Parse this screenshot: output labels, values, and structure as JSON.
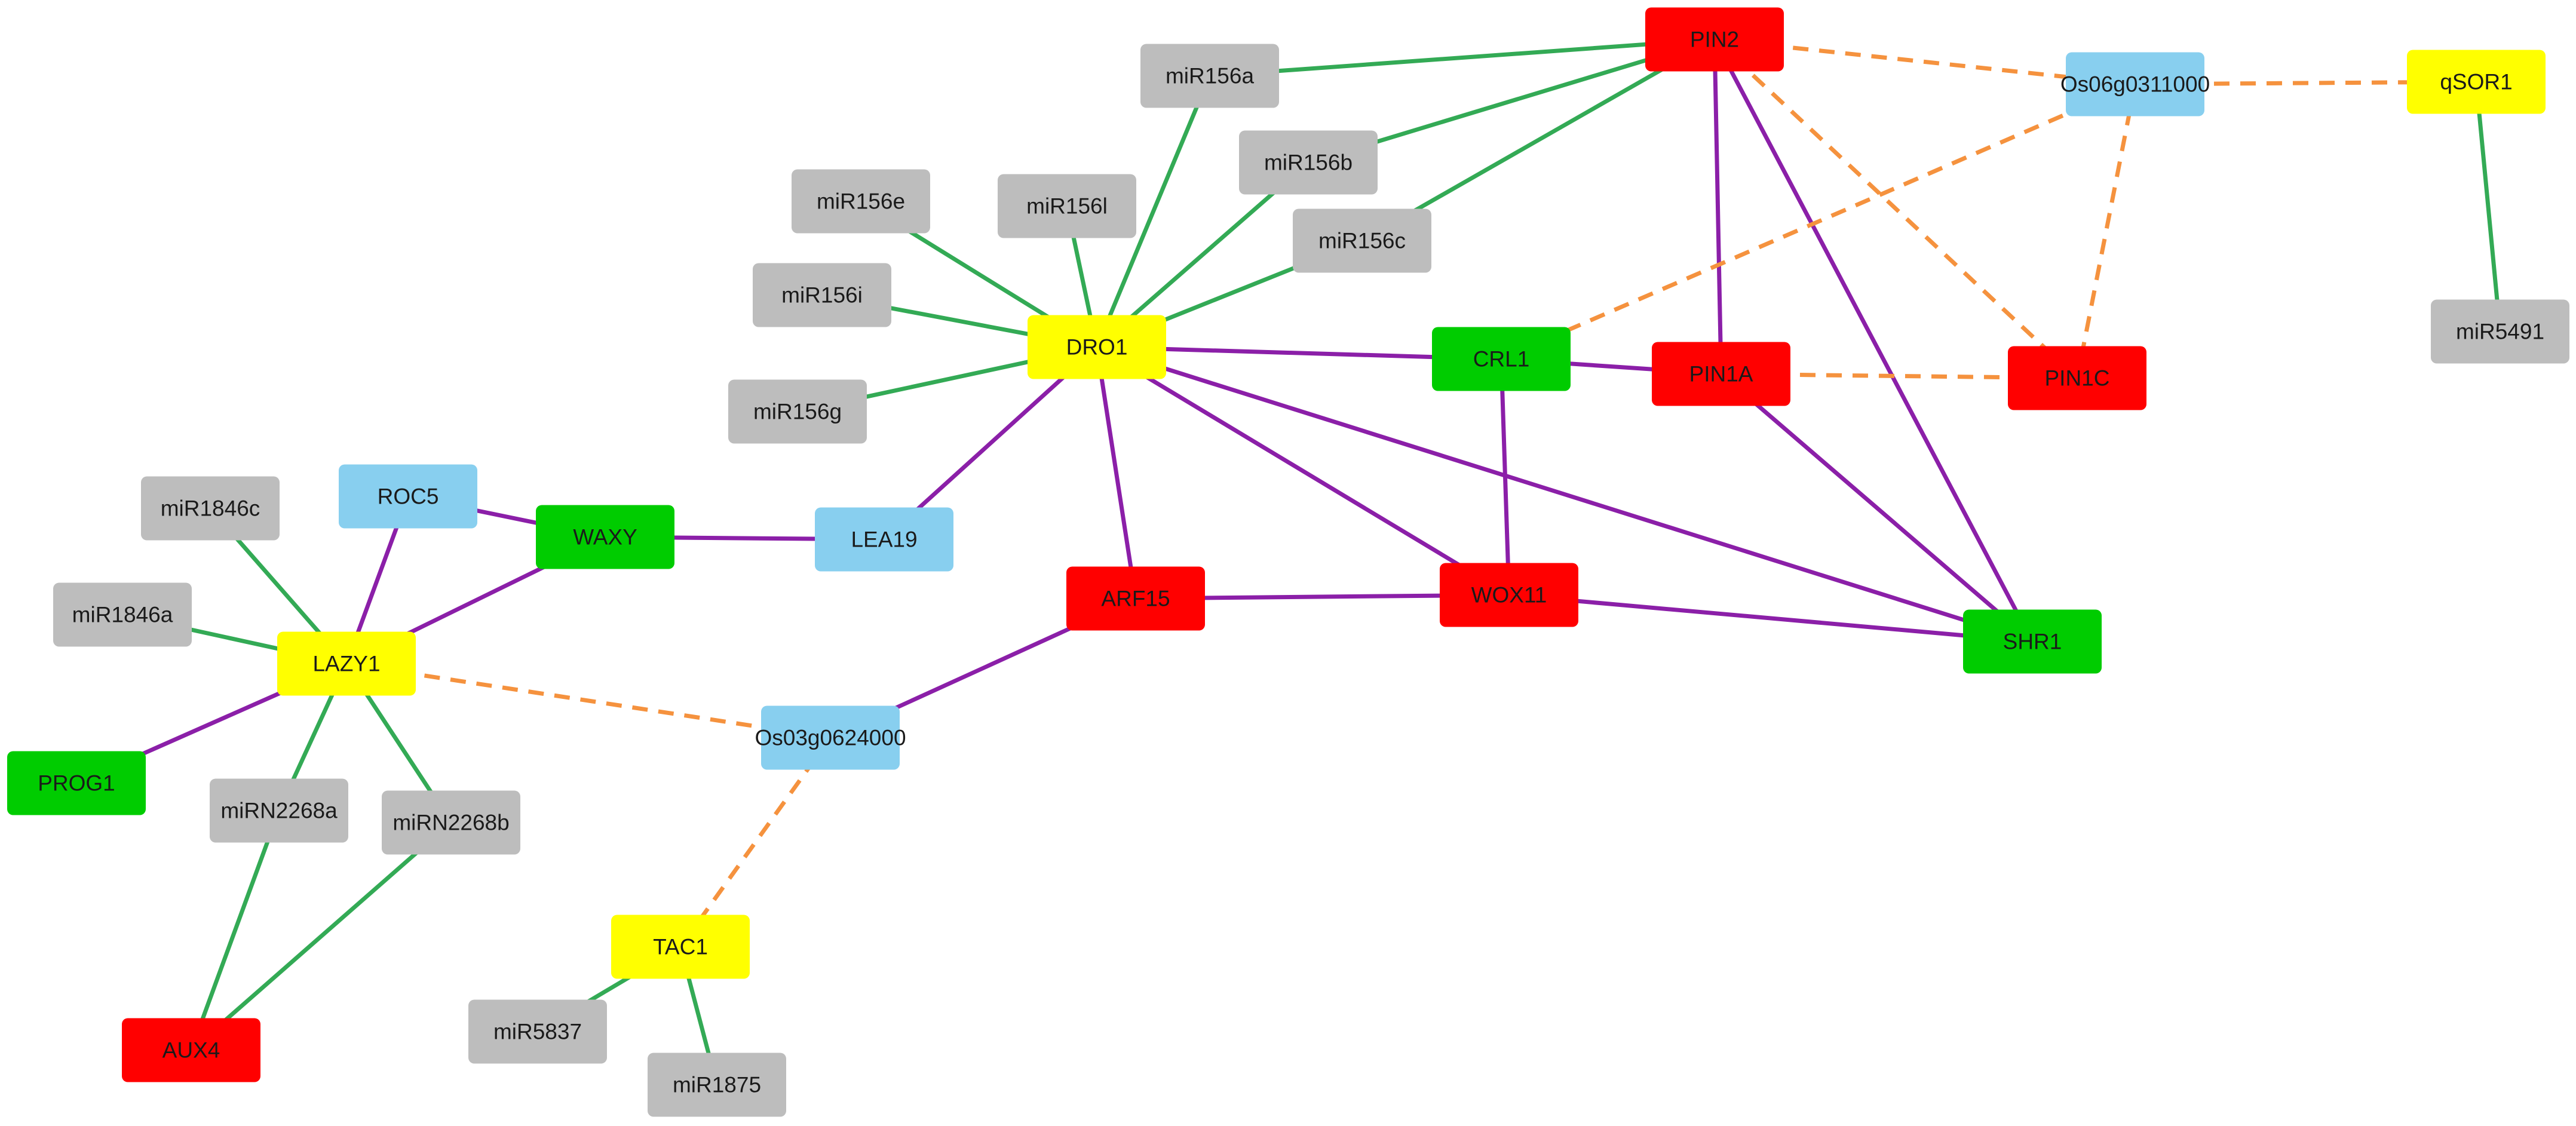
{
  "colors": {
    "red": "#ff0000",
    "green": "#00cc00",
    "yellow": "#ffff00",
    "blue": "#88cfef",
    "gray": "#bdbdbd",
    "edge_green": "#33aa55",
    "edge_purple": "#8b1fa8",
    "edge_orange": "#f5923e"
  },
  "nodes": [
    {
      "id": "PIN2",
      "label": "PIN2",
      "color": "red"
    },
    {
      "id": "Os06g0311000",
      "label": "Os06g0311000",
      "color": "blue"
    },
    {
      "id": "qSOR1",
      "label": "qSOR1",
      "color": "yellow"
    },
    {
      "id": "miR156a",
      "label": "miR156a",
      "color": "gray"
    },
    {
      "id": "miR156b",
      "label": "miR156b",
      "color": "gray"
    },
    {
      "id": "miR156c",
      "label": "miR156c",
      "color": "gray"
    },
    {
      "id": "miR156e",
      "label": "miR156e",
      "color": "gray"
    },
    {
      "id": "miR156l",
      "label": "miR156l",
      "color": "gray"
    },
    {
      "id": "miR156i",
      "label": "miR156i",
      "color": "gray"
    },
    {
      "id": "miR156g",
      "label": "miR156g",
      "color": "gray"
    },
    {
      "id": "DRO1",
      "label": "DRO1",
      "color": "yellow"
    },
    {
      "id": "CRL1",
      "label": "CRL1",
      "color": "green"
    },
    {
      "id": "PIN1A",
      "label": "PIN1A",
      "color": "red"
    },
    {
      "id": "PIN1C",
      "label": "PIN1C",
      "color": "red"
    },
    {
      "id": "miR5491",
      "label": "miR5491",
      "color": "gray"
    },
    {
      "id": "miR1846c",
      "label": "miR1846c",
      "color": "gray"
    },
    {
      "id": "ROC5",
      "label": "ROC5",
      "color": "blue"
    },
    {
      "id": "WAXY",
      "label": "WAXY",
      "color": "green"
    },
    {
      "id": "LEA19",
      "label": "LEA19",
      "color": "blue"
    },
    {
      "id": "miR1846a",
      "label": "miR1846a",
      "color": "gray"
    },
    {
      "id": "LAZY1",
      "label": "LAZY1",
      "color": "yellow"
    },
    {
      "id": "ARF15",
      "label": "ARF15",
      "color": "red"
    },
    {
      "id": "WOX11",
      "label": "WOX11",
      "color": "red"
    },
    {
      "id": "SHR1",
      "label": "SHR1",
      "color": "green"
    },
    {
      "id": "Os03g0624000",
      "label": "Os03g0624000",
      "color": "blue"
    },
    {
      "id": "PROG1",
      "label": "PROG1",
      "color": "green"
    },
    {
      "id": "miRN2268a",
      "label": "miRN2268a",
      "color": "gray"
    },
    {
      "id": "miRN2268b",
      "label": "miRN2268b",
      "color": "gray"
    },
    {
      "id": "TAC1",
      "label": "TAC1",
      "color": "yellow"
    },
    {
      "id": "miR5837",
      "label": "miR5837",
      "color": "gray"
    },
    {
      "id": "miR1875",
      "label": "miR1875",
      "color": "gray"
    },
    {
      "id": "AUX4",
      "label": "AUX4",
      "color": "red"
    }
  ],
  "edges": [
    {
      "from": "miR156a",
      "to": "PIN2",
      "style": "green"
    },
    {
      "from": "miR156b",
      "to": "PIN2",
      "style": "green"
    },
    {
      "from": "miR156c",
      "to": "PIN2",
      "style": "green"
    },
    {
      "from": "miR156a",
      "to": "DRO1",
      "style": "green"
    },
    {
      "from": "miR156b",
      "to": "DRO1",
      "style": "green"
    },
    {
      "from": "miR156c",
      "to": "DRO1",
      "style": "green"
    },
    {
      "from": "miR156e",
      "to": "DRO1",
      "style": "green"
    },
    {
      "from": "miR156l",
      "to": "DRO1",
      "style": "green"
    },
    {
      "from": "miR156i",
      "to": "DRO1",
      "style": "green"
    },
    {
      "from": "miR156g",
      "to": "DRO1",
      "style": "green"
    },
    {
      "from": "qSOR1",
      "to": "miR5491",
      "style": "green"
    },
    {
      "from": "miR1846c",
      "to": "LAZY1",
      "style": "green"
    },
    {
      "from": "miR1846a",
      "to": "LAZY1",
      "style": "green"
    },
    {
      "from": "LAZY1",
      "to": "miRN2268a",
      "style": "green"
    },
    {
      "from": "LAZY1",
      "to": "miRN2268b",
      "style": "green"
    },
    {
      "from": "miRN2268a",
      "to": "AUX4",
      "style": "green"
    },
    {
      "from": "miRN2268b",
      "to": "AUX4",
      "style": "green"
    },
    {
      "from": "TAC1",
      "to": "miR5837",
      "style": "green"
    },
    {
      "from": "TAC1",
      "to": "miR1875",
      "style": "green"
    },
    {
      "from": "PIN2",
      "to": "PIN1A",
      "style": "purple"
    },
    {
      "from": "PIN2",
      "to": "SHR1",
      "style": "purple"
    },
    {
      "from": "DRO1",
      "to": "CRL1",
      "style": "purple"
    },
    {
      "from": "DRO1",
      "to": "LEA19",
      "style": "purple"
    },
    {
      "from": "DRO1",
      "to": "ARF15",
      "style": "purple"
    },
    {
      "from": "DRO1",
      "to": "WOX11",
      "style": "purple"
    },
    {
      "from": "DRO1",
      "to": "SHR1",
      "style": "purple"
    },
    {
      "from": "CRL1",
      "to": "PIN1A",
      "style": "purple"
    },
    {
      "from": "CRL1",
      "to": "WOX11",
      "style": "purple"
    },
    {
      "from": "PIN1A",
      "to": "SHR1",
      "style": "purple"
    },
    {
      "from": "WOX11",
      "to": "SHR1",
      "style": "purple"
    },
    {
      "from": "ARF15",
      "to": "WOX11",
      "style": "purple"
    },
    {
      "from": "ARF15",
      "to": "Os03g0624000",
      "style": "purple"
    },
    {
      "from": "ROC5",
      "to": "WAXY",
      "style": "purple"
    },
    {
      "from": "ROC5",
      "to": "LAZY1",
      "style": "purple"
    },
    {
      "from": "WAXY",
      "to": "LAZY1",
      "style": "purple"
    },
    {
      "from": "WAXY",
      "to": "LEA19",
      "style": "purple"
    },
    {
      "from": "LAZY1",
      "to": "PROG1",
      "style": "purple"
    },
    {
      "from": "PIN2",
      "to": "Os06g0311000",
      "style": "orange"
    },
    {
      "from": "PIN2",
      "to": "PIN1C",
      "style": "orange"
    },
    {
      "from": "Os06g0311000",
      "to": "qSOR1",
      "style": "orange"
    },
    {
      "from": "Os06g0311000",
      "to": "PIN1C",
      "style": "orange"
    },
    {
      "from": "Os06g0311000",
      "to": "CRL1",
      "style": "orange"
    },
    {
      "from": "PIN1A",
      "to": "PIN1C",
      "style": "orange"
    },
    {
      "from": "LAZY1",
      "to": "Os03g0624000",
      "style": "orange"
    },
    {
      "from": "Os03g0624000",
      "to": "TAC1",
      "style": "orange"
    }
  ]
}
